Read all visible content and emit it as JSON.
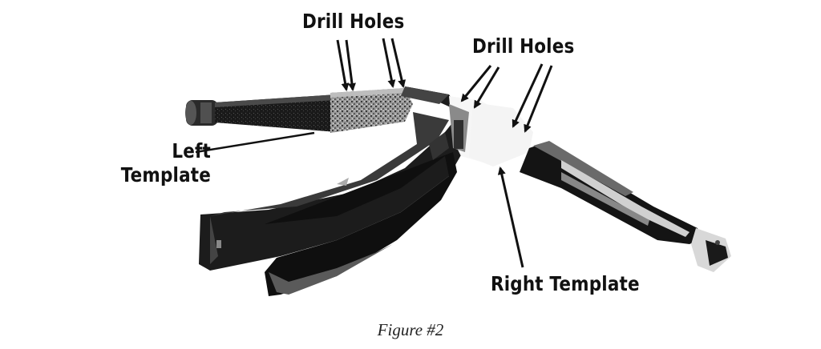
{
  "labels": {
    "drill_holes_left": "Drill Holes",
    "drill_holes_right": "Drill Holes",
    "left_template_line1": "Left",
    "left_template_line2": "Template",
    "right_template": "Right Template"
  },
  "caption": "Figure #2"
}
